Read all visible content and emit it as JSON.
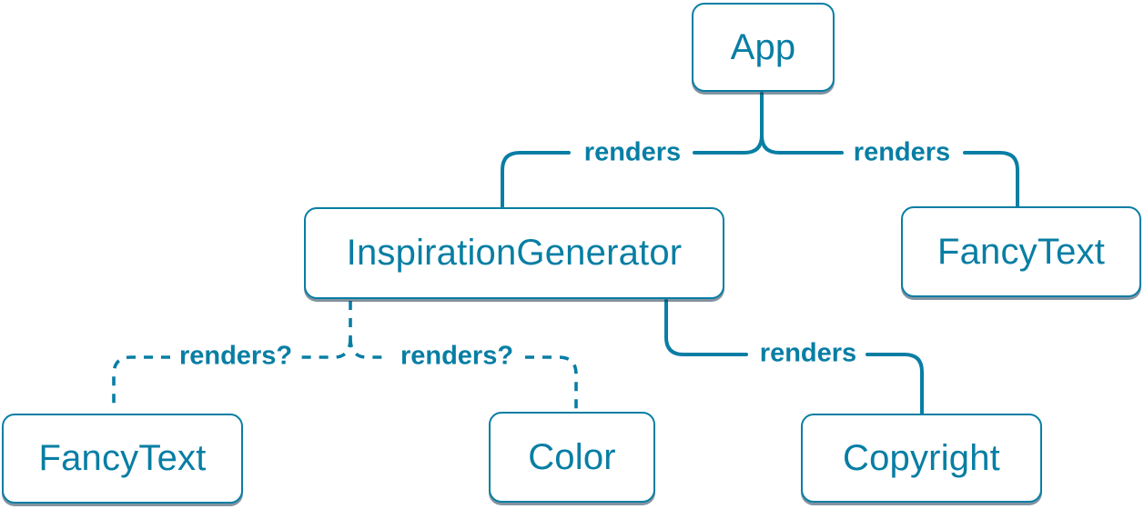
{
  "figure": {
    "type": "component-render-tree-diagram",
    "background_color": "#ffffff",
    "accent_color": "#087EA4"
  },
  "nodes": {
    "app": {
      "label": "App"
    },
    "inspiration_generator": {
      "label": "InspirationGenerator"
    },
    "fancy_text_top": {
      "label": "FancyText"
    },
    "fancy_text_bottom": {
      "label": "FancyText"
    },
    "color": {
      "label": "Color"
    },
    "copyright": {
      "label": "Copyright"
    }
  },
  "edge_labels": {
    "app_to_inspiration_generator": "renders",
    "app_to_fancy_text": "renders",
    "inspiration_generator_to_fancy_text": "renders?",
    "inspiration_generator_to_color": "renders?",
    "inspiration_generator_to_copyright": "renders"
  },
  "edges": [
    {
      "from": "App",
      "to": "InspirationGenerator",
      "label": "renders",
      "line": "solid"
    },
    {
      "from": "App",
      "to": "FancyText",
      "label": "renders",
      "line": "solid"
    },
    {
      "from": "InspirationGenerator",
      "to": "FancyText",
      "label": "renders?",
      "line": "dashed"
    },
    {
      "from": "InspirationGenerator",
      "to": "Color",
      "label": "renders?",
      "line": "dashed"
    },
    {
      "from": "InspirationGenerator",
      "to": "Copyright",
      "label": "renders",
      "line": "solid"
    }
  ]
}
